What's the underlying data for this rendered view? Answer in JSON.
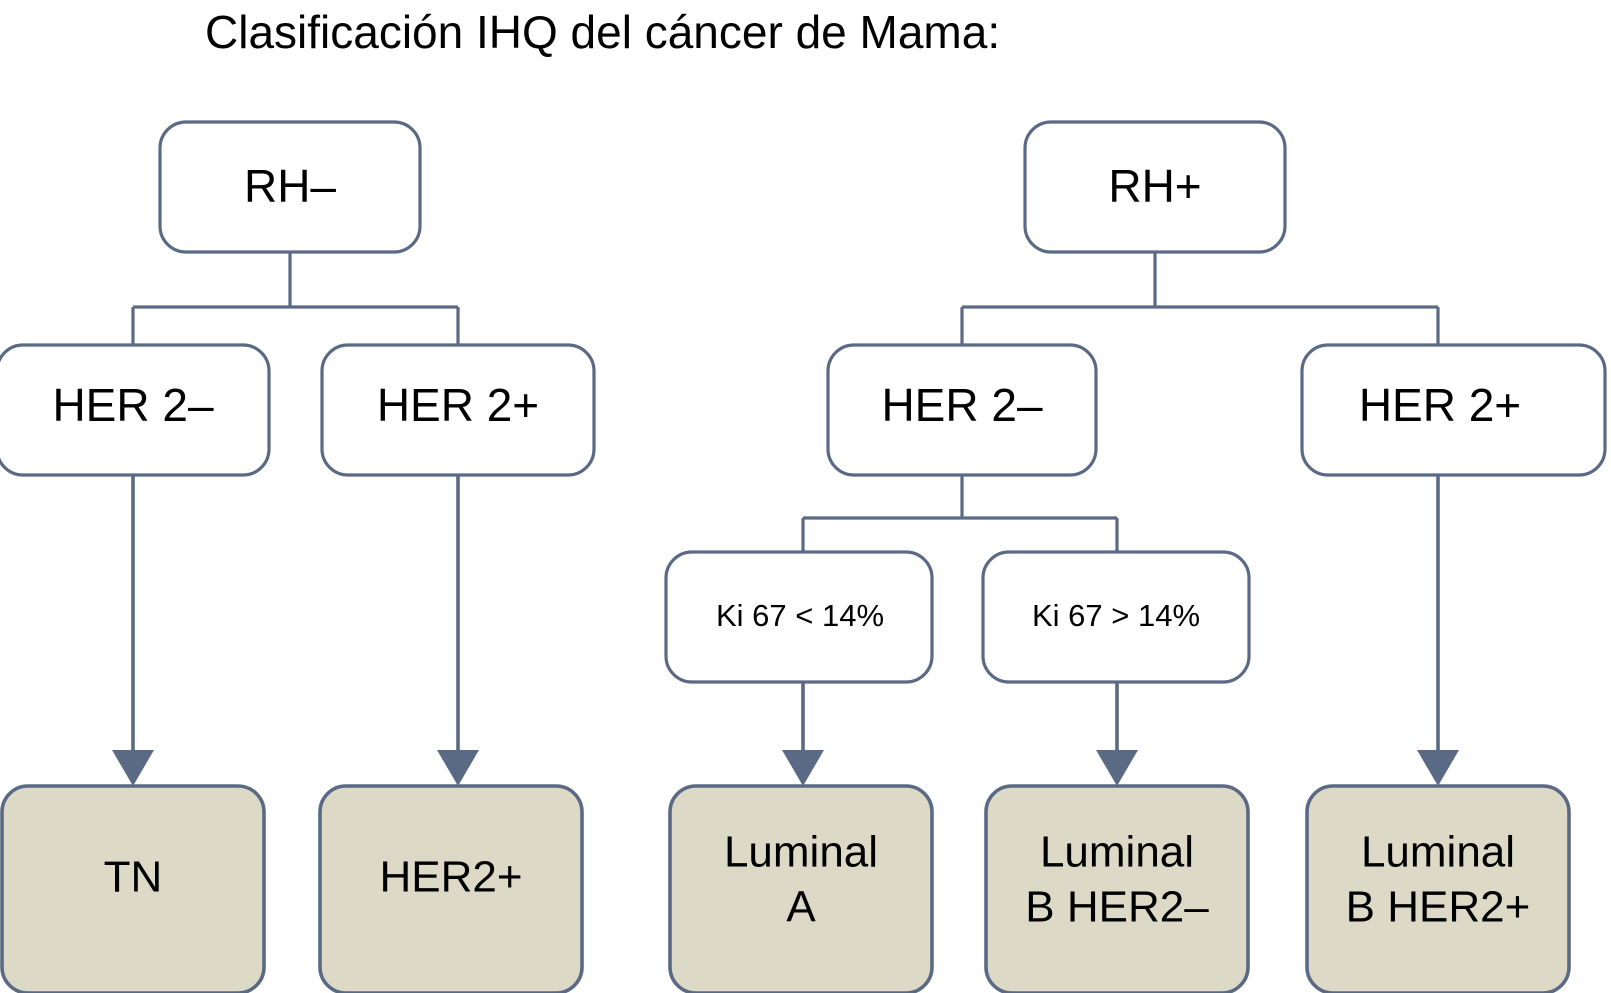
{
  "title": "Clasificación IHQ del cáncer de Mama:",
  "colors": {
    "background": "#ffffff",
    "box_stroke": "#5a6a85",
    "box_fill_plain": "#ffffff",
    "box_fill_result": "#ddd9c7",
    "connector": "#5a6a85",
    "text": "#000000"
  },
  "nodes": {
    "rh_negative": {
      "label": "RH–"
    },
    "rh_positive": {
      "label": "RH+"
    },
    "left_her2_neg": {
      "label": "HER 2–"
    },
    "left_her2_pos": {
      "label": "HER 2+"
    },
    "right_her2_neg": {
      "label": "HER 2–"
    },
    "right_her2_pos": {
      "label": "HER 2+"
    },
    "ki67_low": {
      "label": "Ki 67 < 14%"
    },
    "ki67_high": {
      "label": "Ki 67 > 14%"
    },
    "result_tn": {
      "label": "TN"
    },
    "result_her2pos": {
      "label": "HER2+"
    },
    "result_luminal_a": {
      "line1": "Luminal",
      "line2": "A"
    },
    "result_luminal_b_her2neg": {
      "line1": "Luminal",
      "line2": "B HER2–"
    },
    "result_luminal_b_her2pos": {
      "line1": "Luminal",
      "line2": "B HER2+"
    }
  }
}
